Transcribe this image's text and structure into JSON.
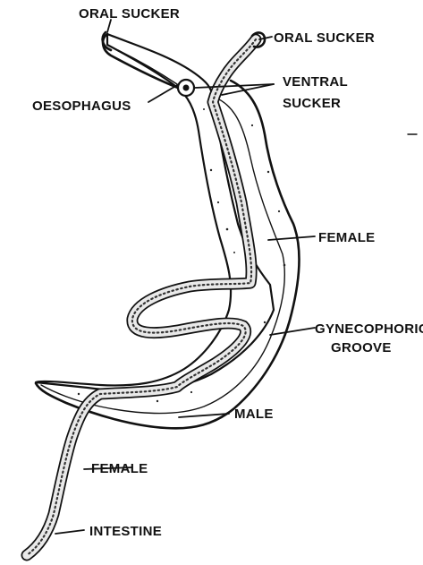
{
  "labels": {
    "oral_sucker_left": "ORAL SUCKER",
    "oral_sucker_right": "ORAL SUCKER",
    "ventral_sucker_line1": "VENTRAL",
    "ventral_sucker_line2": "SUCKER",
    "oesophagus": "OESOPHAGUS",
    "female_upper": "FEMALE",
    "gynecophoric_line1": "GYNECOPHORIC",
    "gynecophoric_line2": "GROOVE",
    "male": "MALE",
    "female_lower": "FEMALE",
    "intestine": "INTESTINE"
  }
}
